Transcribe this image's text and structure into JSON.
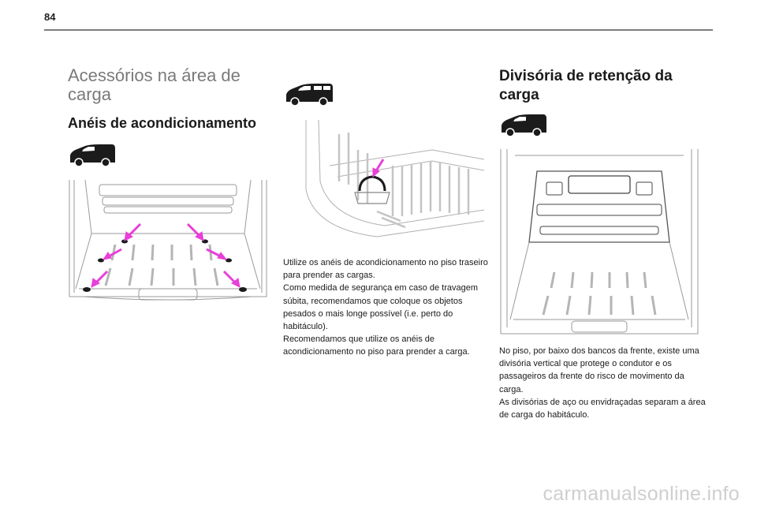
{
  "page": {
    "number": "84"
  },
  "section": {
    "title": "Acessórios na área de carga"
  },
  "left": {
    "heading": "Anéis de acondicionamento"
  },
  "middle": {
    "paragraphs": [
      "Utilize os anéis de acondicionamento no piso traseiro para prender as cargas.",
      "Como medida de segurança em caso de travagem súbita, recomendamos que coloque os objetos pesados o mais longe possível (i.e. perto do habitáculo).",
      "Recomendamos que utilize os anéis de acondicionamento no piso para prender a carga."
    ]
  },
  "right": {
    "heading": "Divisória de retenção da carga",
    "paragraphs": [
      "No piso, por baixo dos bancos da frente, existe uma divisória vertical que protege o condutor e os passageiros da frente do risco de movimento da carga.",
      "As divisórias de aço ou envidraçadas separam a área de carga do habitáculo."
    ]
  },
  "watermark": {
    "text": "carmanualsonline.info"
  },
  "icons": [
    "van-icon",
    "passenger-van-icon",
    "arrow-icon"
  ],
  "colors": {
    "arrow": "#e83fd8",
    "rule": "#7d7d7d",
    "title_gray": "#7a7a7a",
    "watermark": "#cfcfcf"
  }
}
